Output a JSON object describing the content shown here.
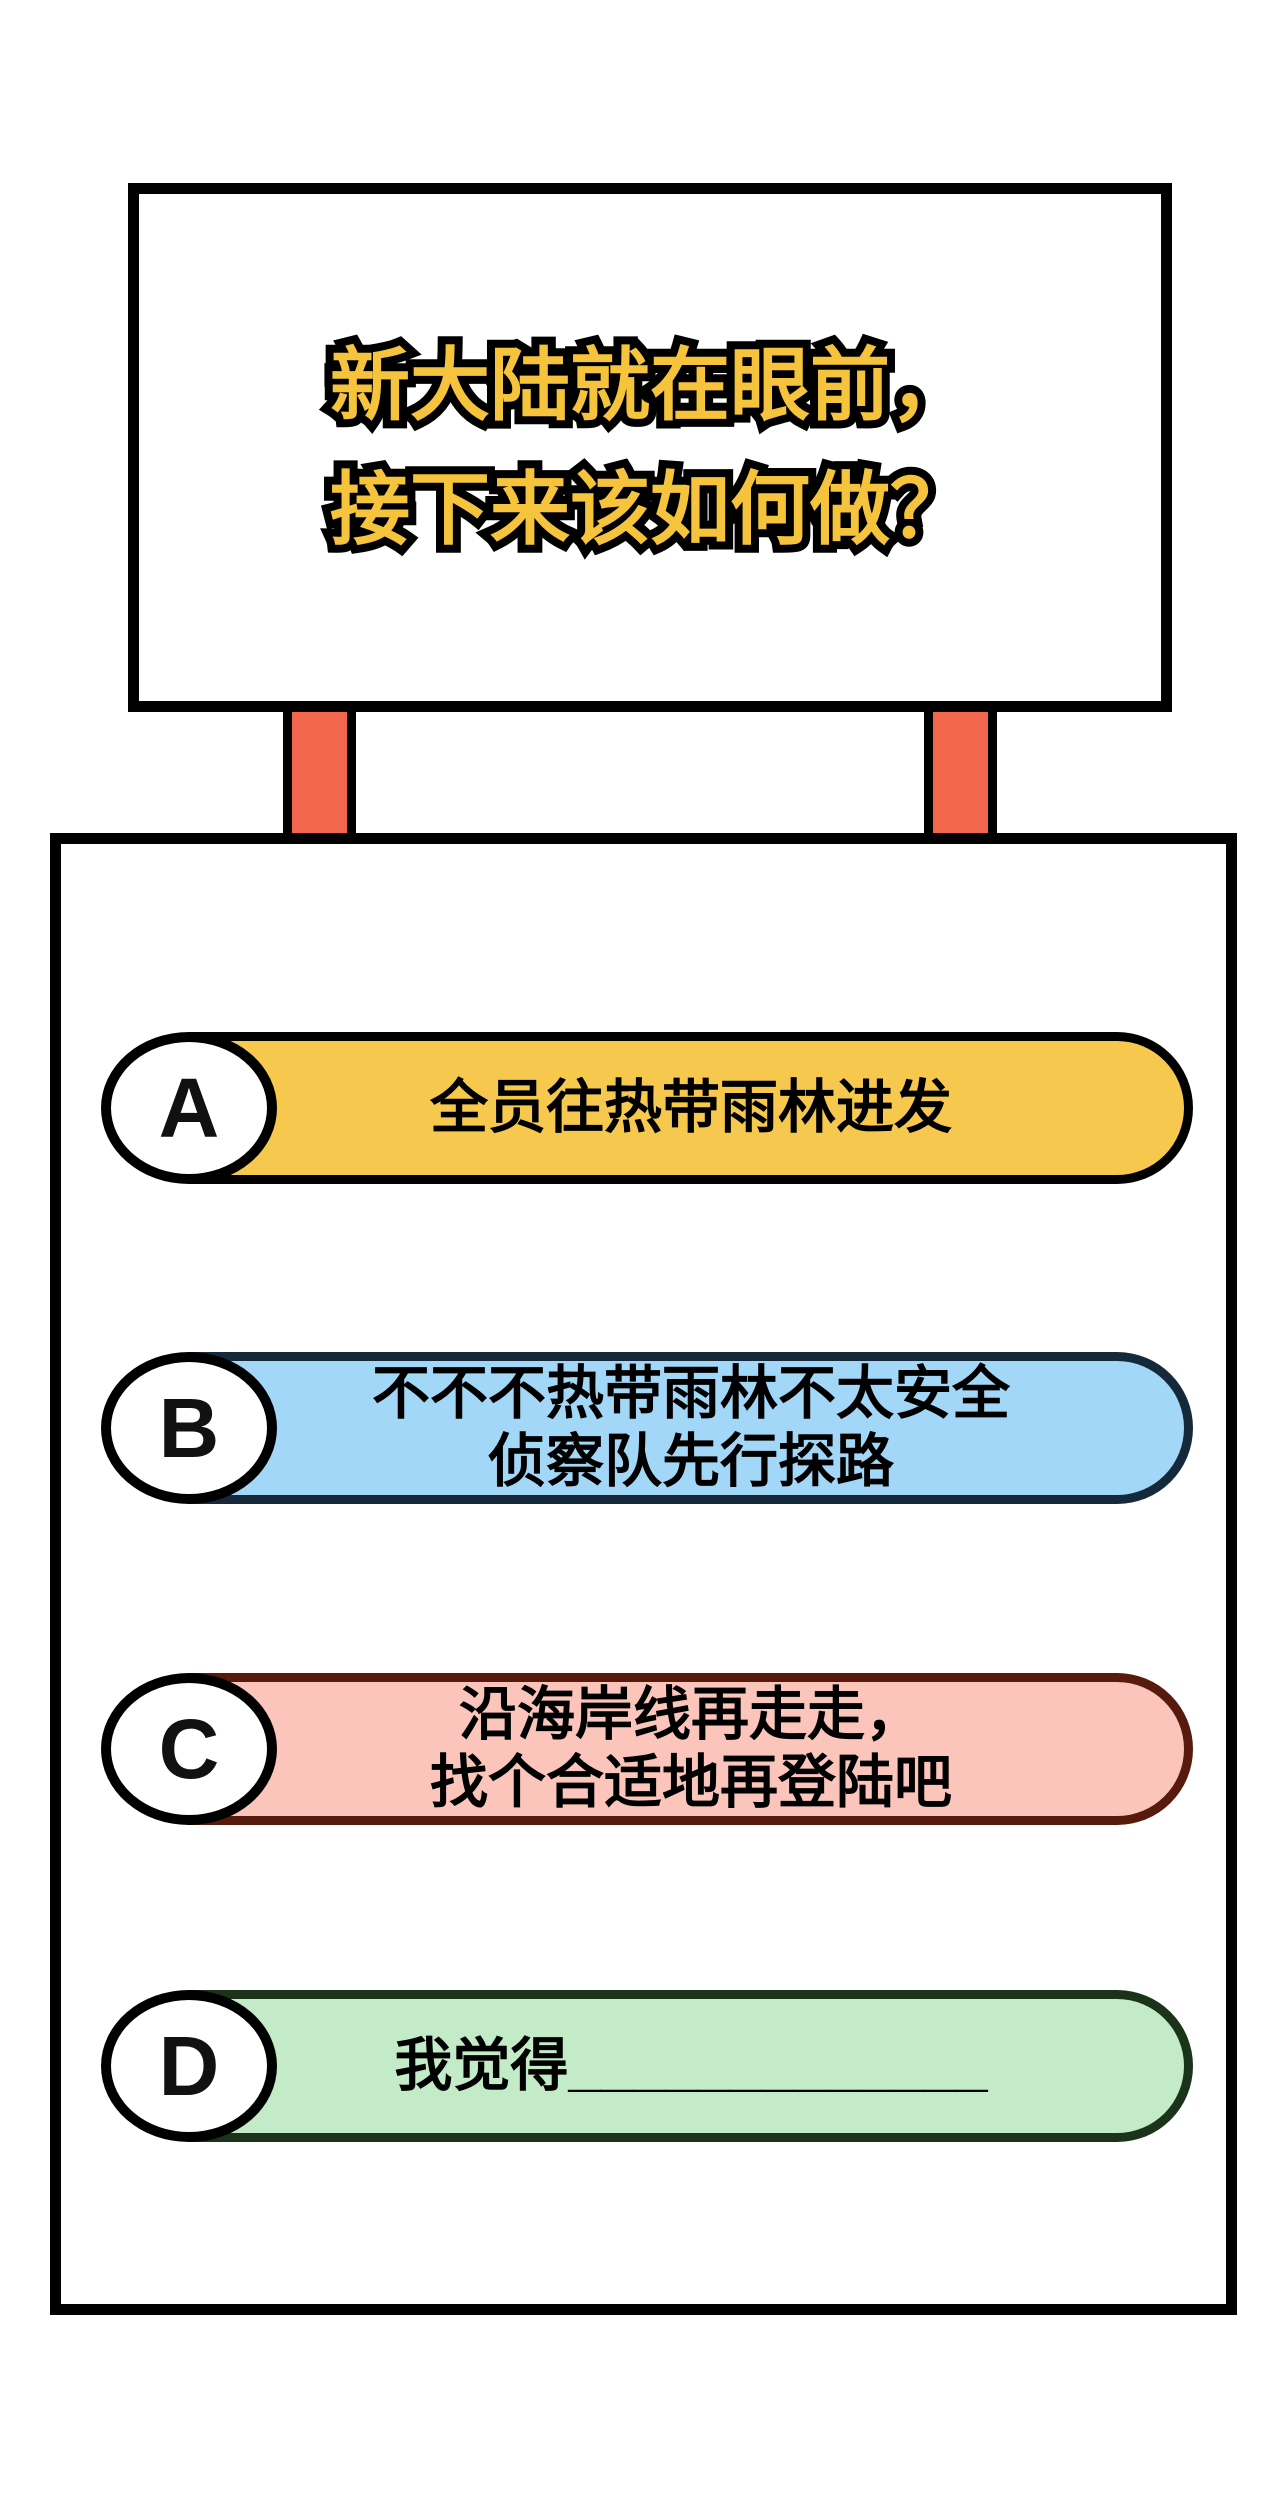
{
  "page": {
    "background": "#ffffff"
  },
  "sign": {
    "title_lines": [
      "新大陆就在眼前，",
      "接下来该如何做？"
    ],
    "title_color": "#f5c33c",
    "outline_color": "#000000"
  },
  "posts": {
    "color": "#f2664b"
  },
  "options": [
    {
      "letter": "A",
      "line1": "全员往热带雨林进发",
      "line2": "",
      "fill": "#f6c94e",
      "stroke": "#000000"
    },
    {
      "letter": "B",
      "line1": "不不不热带雨林不太安全",
      "line2": "侦察队先行探路",
      "fill": "#a3d7f8",
      "stroke": "#16293a"
    },
    {
      "letter": "C",
      "line1": "沿海岸线再走走，",
      "line2": "找个合适地再登陆吧",
      "fill": "#fbc5bb",
      "stroke": "#571a0c"
    },
    {
      "letter": "D",
      "line1": "我觉得_____________",
      "line2": "",
      "fill": "#c3ebc7",
      "stroke": "#1a3319"
    }
  ]
}
